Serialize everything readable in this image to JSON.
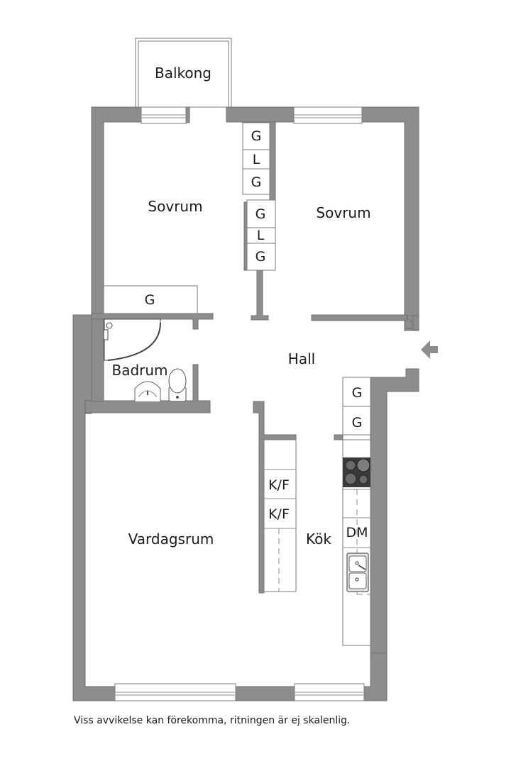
{
  "rooms": {
    "balcony": "Balkong",
    "bedroom_left": "Sovrum",
    "bedroom_right": "Sovrum",
    "hall": "Hall",
    "bathroom": "Badrum",
    "living_room": "Vardagsrum",
    "kitchen": "Kök"
  },
  "fixtures": {
    "wardrobe_col1": [
      "G",
      "L",
      "G"
    ],
    "wardrobe_col2": [
      "G",
      "L",
      "G"
    ],
    "wardrobe_left_bedroom": "G",
    "hall_wardrobes": [
      "G",
      "G"
    ],
    "fridge_freezer": [
      "K/F",
      "K/F"
    ],
    "dishwasher": "DM"
  },
  "icons": {
    "entrance": "entrance-arrow-icon",
    "stove": "stove-icon",
    "sink": "double-sink-icon",
    "shower": "corner-shower-icon",
    "toilet": "toilet-icon",
    "washbasin": "washbasin-icon"
  },
  "colors": {
    "wall": "#8c8e8e",
    "background": "#ffffff",
    "text": "#1c1c1c",
    "stove": "#3a3a3a"
  },
  "footer": {
    "disclaimer": "Viss avvikelse kan förekomma, ritningen är ej skalenlig."
  }
}
